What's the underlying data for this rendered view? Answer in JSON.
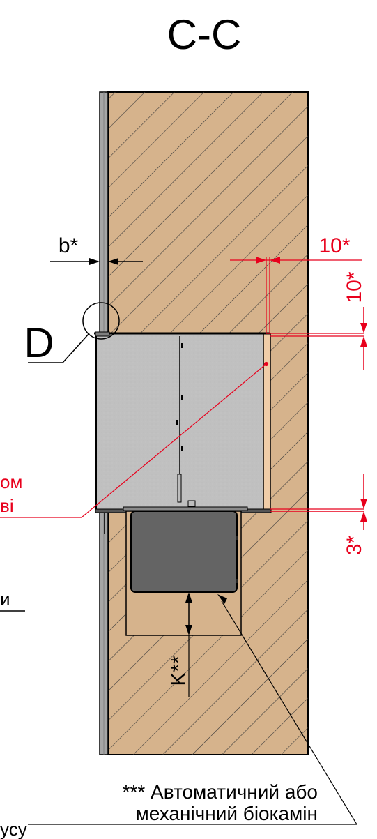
{
  "title": "C-C",
  "dimensions": {
    "b": "b*",
    "ten_horizontal": "10*",
    "ten_vertical": "10*",
    "three_vertical": "3*",
    "k": "K**"
  },
  "detail_label": "D",
  "partial_labels": {
    "line1_tail": "ом",
    "line2_tail": "ві",
    "line3_tail": "и",
    "bottom_tail": "усу"
  },
  "callout": {
    "line1": "*** Автоматичний або",
    "line2": "механічний біокамін"
  },
  "colors": {
    "wood": "#d6b38c",
    "panel": "#c0c0c0",
    "burner": "#646464",
    "red": "#e8001c",
    "cladding": "#a6a6a6",
    "strip": "#f0cda8"
  },
  "icons": [
    "detail-circle-marker",
    "dimension-arrow"
  ]
}
